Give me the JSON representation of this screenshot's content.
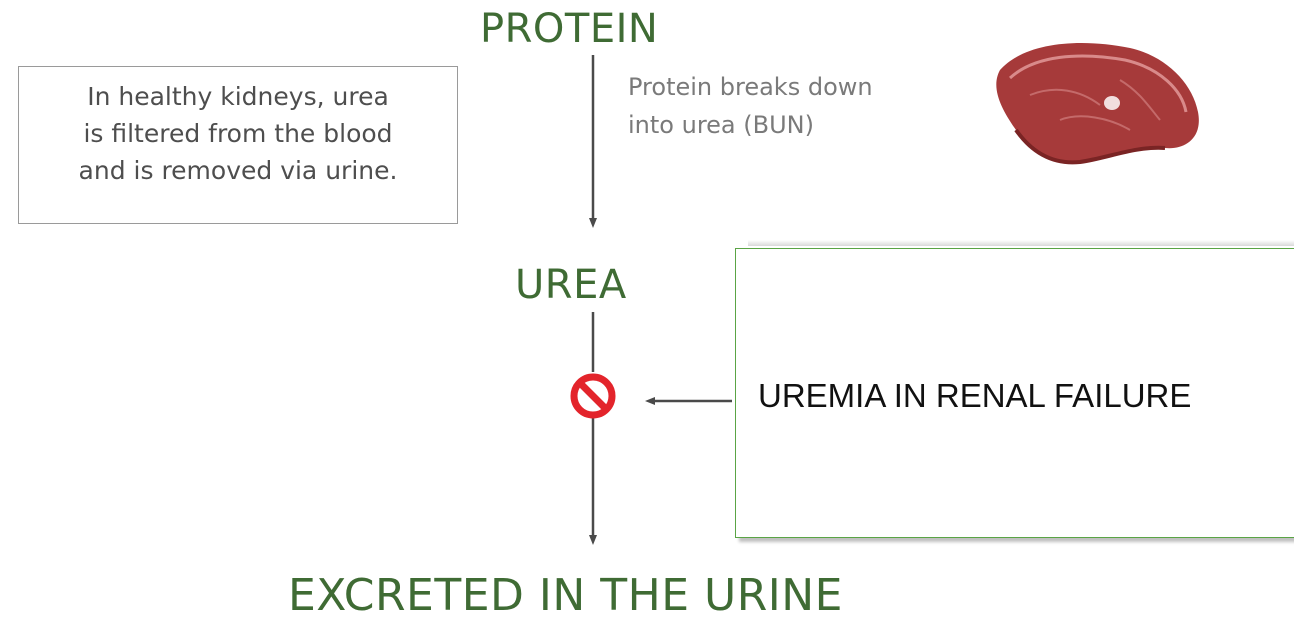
{
  "diagram": {
    "top_node": "PROTEIN",
    "middle_node": "UREA",
    "bottom_node": "EXCRETED IN THE URINE",
    "breakdown_note": [
      "Protein breaks down",
      "into urea (BUN)"
    ],
    "info_box": [
      "In healthy kidneys, urea",
      "is filtered from the blood",
      "and is removed via urine."
    ],
    "overlay_label": "UREMIA IN RENAL FAILURE",
    "colors": {
      "node_text": "#3f6b34",
      "arrow": "#4a4a4a",
      "block_symbol": "#e3242b",
      "overlay_border": "#5aa445",
      "meat": "#a63a3a"
    },
    "icons": [
      "meat-steak-icon",
      "no-entry-icon"
    ]
  }
}
